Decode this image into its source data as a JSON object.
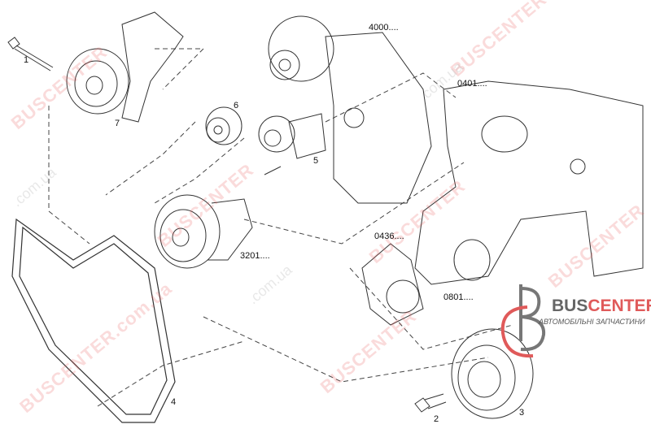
{
  "callouts": {
    "bolt": "1",
    "belt_tensioner_bracket": "7",
    "idler_pulley": "6",
    "tensioner": "5",
    "alternator": "4000....",
    "engine_block": "0401....",
    "water_pump": "3201....",
    "cover": "0436....",
    "oil_pump": "0801....",
    "belt": "4",
    "pulley_bolt": "2",
    "crank_pulley": "3"
  },
  "logo": {
    "brand_part1": "BUS",
    "brand_part2": "CENTER",
    "tagline": "АВТОМОБІЛЬНІ ЗАПЧАСТИНИ"
  },
  "watermark": {
    "brand": "BUSCENTER",
    "domain": ".com.ua"
  },
  "colors": {
    "accent": "#e05a5a",
    "line": "#333333"
  }
}
